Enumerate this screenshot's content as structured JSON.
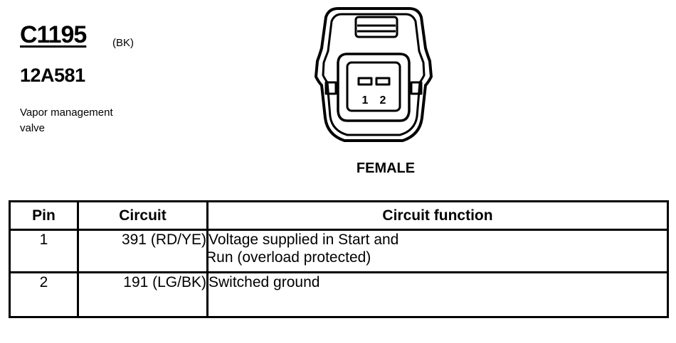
{
  "connector": {
    "id": "C1195",
    "color_code": "(BK)",
    "part_number": "12A581",
    "description_lines": [
      "Vapor management",
      "valve"
    ],
    "gender": "FEMALE",
    "pin_labels": [
      "1",
      "2"
    ]
  },
  "table": {
    "headers": {
      "pin": "Pin",
      "circuit": "Circuit",
      "function": "Circuit function"
    },
    "rows": [
      {
        "pin": "1",
        "circuit": "391 (RD/YE)",
        "function_lines": [
          "Voltage supplied in Start and",
          "Run (overload protected)"
        ]
      },
      {
        "pin": "2",
        "circuit": "191 (LG/BK)",
        "function_lines": [
          "Switched ground"
        ]
      }
    ]
  },
  "colors": {
    "ink": "#000000",
    "background": "#ffffff"
  }
}
